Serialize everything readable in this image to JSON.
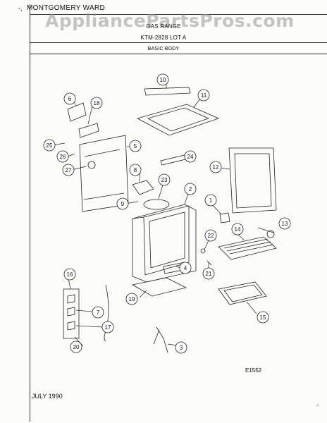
{
  "header": {
    "brand": "MONTGOMERY WARD",
    "watermark": "AppliancePartsPros.com",
    "title_fragment": "GAS RANGE",
    "model": "KTM-2828 LOT A",
    "section": "BASIC BODY"
  },
  "diagram": {
    "callouts": [
      "1",
      "2",
      "3",
      "4",
      "5",
      "6",
      "7",
      "8",
      "9",
      "10",
      "11",
      "12",
      "13",
      "14",
      "15",
      "16",
      "17",
      "18",
      "19",
      "20",
      "21",
      "22",
      "23",
      "24",
      "25",
      "26",
      "27"
    ]
  },
  "footer": {
    "drawing_code": "E1552",
    "date": "JULY 1990"
  }
}
